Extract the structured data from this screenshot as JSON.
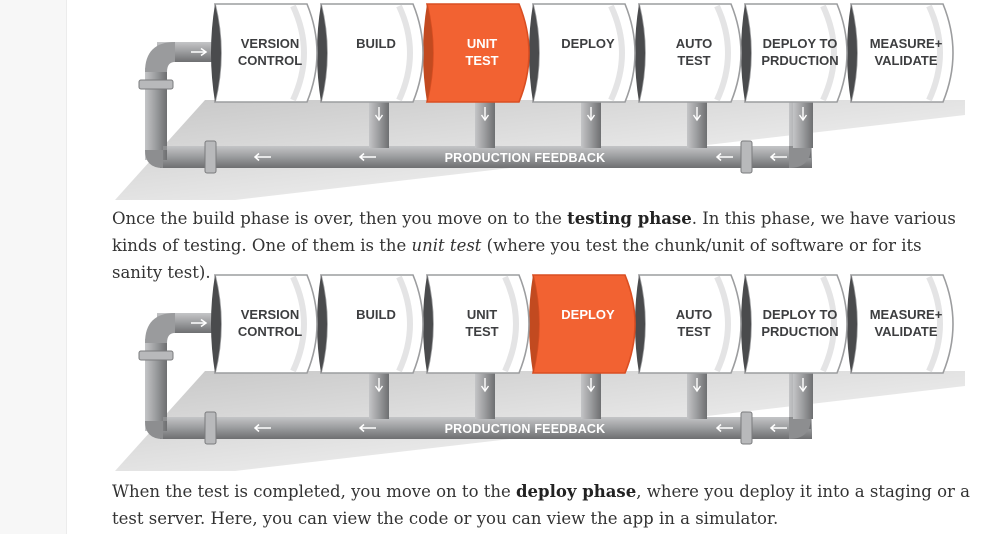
{
  "diagrams": [
    {
      "active_index": 2,
      "stages": [
        {
          "line1": "VERSION",
          "line2": "CONTROL"
        },
        {
          "line1": "BUILD",
          "line2": ""
        },
        {
          "line1": "UNIT",
          "line2": "TEST"
        },
        {
          "line1": "DEPLOY",
          "line2": ""
        },
        {
          "line1": "AUTO",
          "line2": "TEST"
        },
        {
          "line1": "DEPLOY TO",
          "line2": "PRDUCTION"
        },
        {
          "line1": "MEASURE+",
          "line2": "VALIDATE"
        }
      ],
      "feedback_label": "PRODUCTION FEEDBACK"
    },
    {
      "active_index": 3,
      "stages": [
        {
          "line1": "VERSION",
          "line2": "CONTROL"
        },
        {
          "line1": "BUILD",
          "line2": ""
        },
        {
          "line1": "UNIT",
          "line2": "TEST"
        },
        {
          "line1": "DEPLOY",
          "line2": ""
        },
        {
          "line1": "AUTO",
          "line2": "TEST"
        },
        {
          "line1": "DEPLOY TO",
          "line2": "PRDUCTION"
        },
        {
          "line1": "MEASURE+",
          "line2": "VALIDATE"
        }
      ],
      "feedback_label": "PRODUCTION FEEDBACK"
    }
  ],
  "paragraph1": {
    "t1": "Once the build phase is over, then you move on to the ",
    "b1": "testing phase",
    "t2": ". In this phase, we have various kinds of testing. One of them is the ",
    "i1": "unit test",
    "t3": " (where you test the chunk/unit of software or for its sanity test)."
  },
  "paragraph2": {
    "t1": "When the test is completed, you move on to the ",
    "b1": "deploy phase",
    "t2": ", where you deploy it into a staging or a test server. Here, you can view the code or you can view the app in a simulator."
  },
  "colors": {
    "active": "#f26232",
    "pipe": "#9a9b9d",
    "pipe_dark": "#6f7072",
    "stage_fill": "#ffffff",
    "text": "#333333"
  }
}
